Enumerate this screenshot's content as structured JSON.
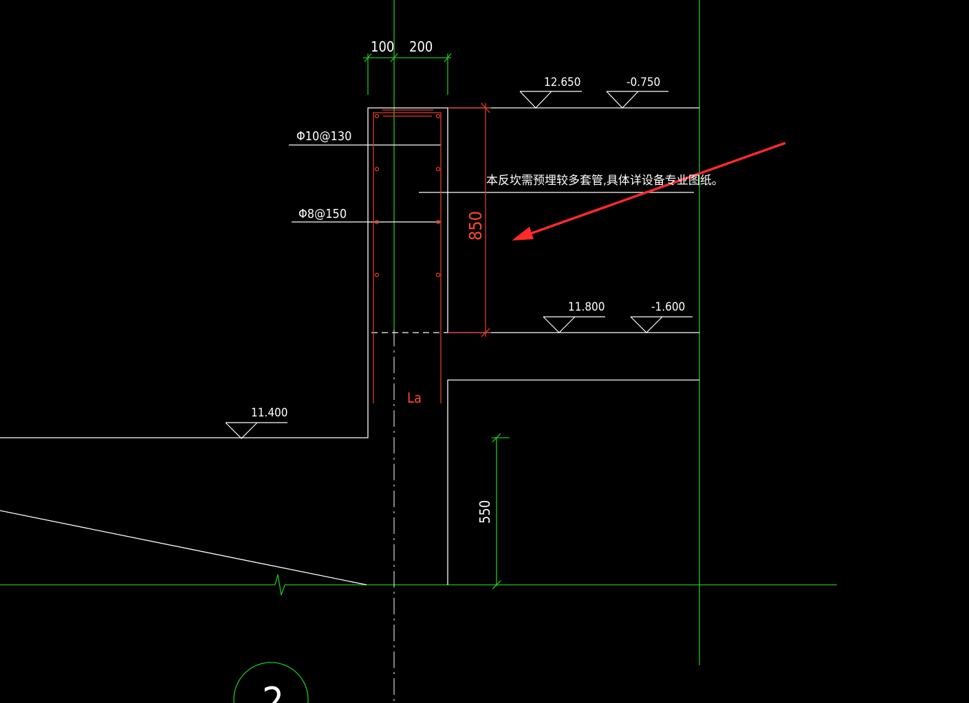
{
  "drawing": {
    "colors": {
      "background": "#000000",
      "outline": "#ffffff",
      "grid": "#1ec81e",
      "rebar": "#e03c28",
      "annotation_arrow": "#ff2a2a"
    },
    "dimensions": {
      "top_left": "100",
      "top_right": "200",
      "curb_height": "850",
      "lower_height": "550"
    },
    "rebar_labels": {
      "horizontal": "Φ10@130",
      "vertical": "Φ8@150",
      "anchorage": "La"
    },
    "levels": {
      "top_abs": "12.650",
      "top_rel": "-0.750",
      "bottom_abs": "11.800",
      "bottom_rel": "-1.600",
      "slab_left": "11.400"
    },
    "note": "本反坎需预埋较多套管,具体详设备专业图纸。",
    "grid_bubble": "2",
    "icons": [
      "level-marker-icon",
      "break-line-icon",
      "arrow-icon"
    ]
  }
}
